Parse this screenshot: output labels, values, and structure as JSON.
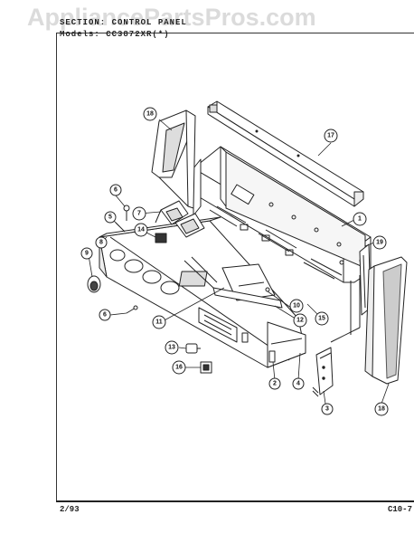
{
  "watermark": "AppliancePartsPros.com",
  "header": {
    "section": "SECTION: CONTROL PANEL",
    "models": "Models: CC3872XR(*)"
  },
  "footer": {
    "date": "2/93",
    "page": "C10-7"
  },
  "callouts": {
    "c1": "1",
    "c2": "2",
    "c3": "3",
    "c4": "4",
    "c5": "5",
    "c6a": "6",
    "c6b": "6",
    "c7": "7",
    "c8": "8",
    "c9": "9",
    "c10": "10",
    "c11": "11",
    "c12": "12",
    "c13": "13",
    "c14": "14",
    "c15": "15",
    "c16": "16",
    "c17": "17",
    "c18a": "18",
    "c18b": "18",
    "c19": "19"
  }
}
